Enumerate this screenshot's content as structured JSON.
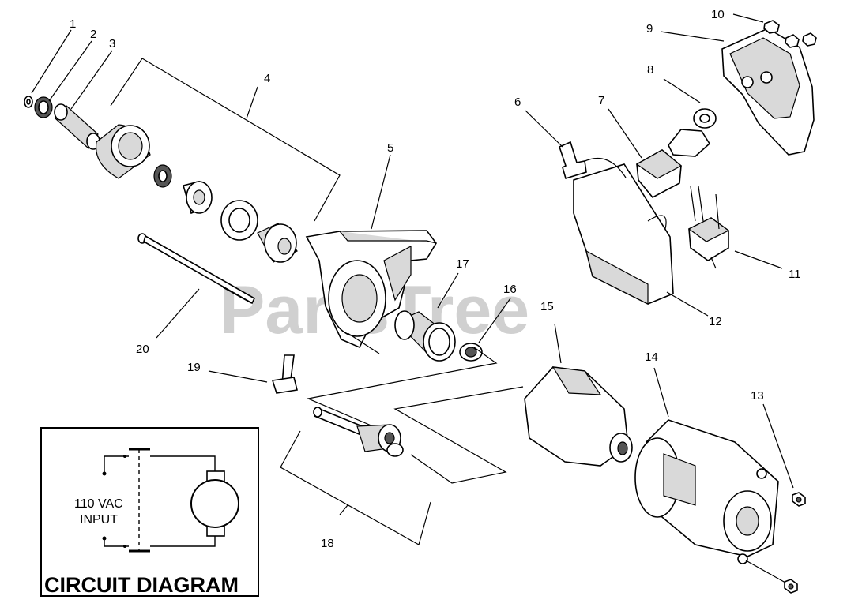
{
  "watermark": "PartsTree",
  "callouts": [
    {
      "id": "1",
      "label": "1"
    },
    {
      "id": "2",
      "label": "2"
    },
    {
      "id": "3",
      "label": "3"
    },
    {
      "id": "4",
      "label": "4"
    },
    {
      "id": "5",
      "label": "5"
    },
    {
      "id": "6",
      "label": "6"
    },
    {
      "id": "7",
      "label": "7"
    },
    {
      "id": "8",
      "label": "8"
    },
    {
      "id": "9",
      "label": "9"
    },
    {
      "id": "10",
      "label": "10"
    },
    {
      "id": "11",
      "label": "11"
    },
    {
      "id": "12",
      "label": "12"
    },
    {
      "id": "13",
      "label": "13"
    },
    {
      "id": "14",
      "label": "14"
    },
    {
      "id": "15",
      "label": "15"
    },
    {
      "id": "16",
      "label": "16"
    },
    {
      "id": "17",
      "label": "17"
    },
    {
      "id": "18",
      "label": "18"
    },
    {
      "id": "19",
      "label": "19"
    },
    {
      "id": "20",
      "label": "20"
    }
  ],
  "circuit": {
    "title": "CIRCUIT DIAGRAM",
    "input_line1": "110 VAC",
    "input_line2": "INPUT"
  }
}
